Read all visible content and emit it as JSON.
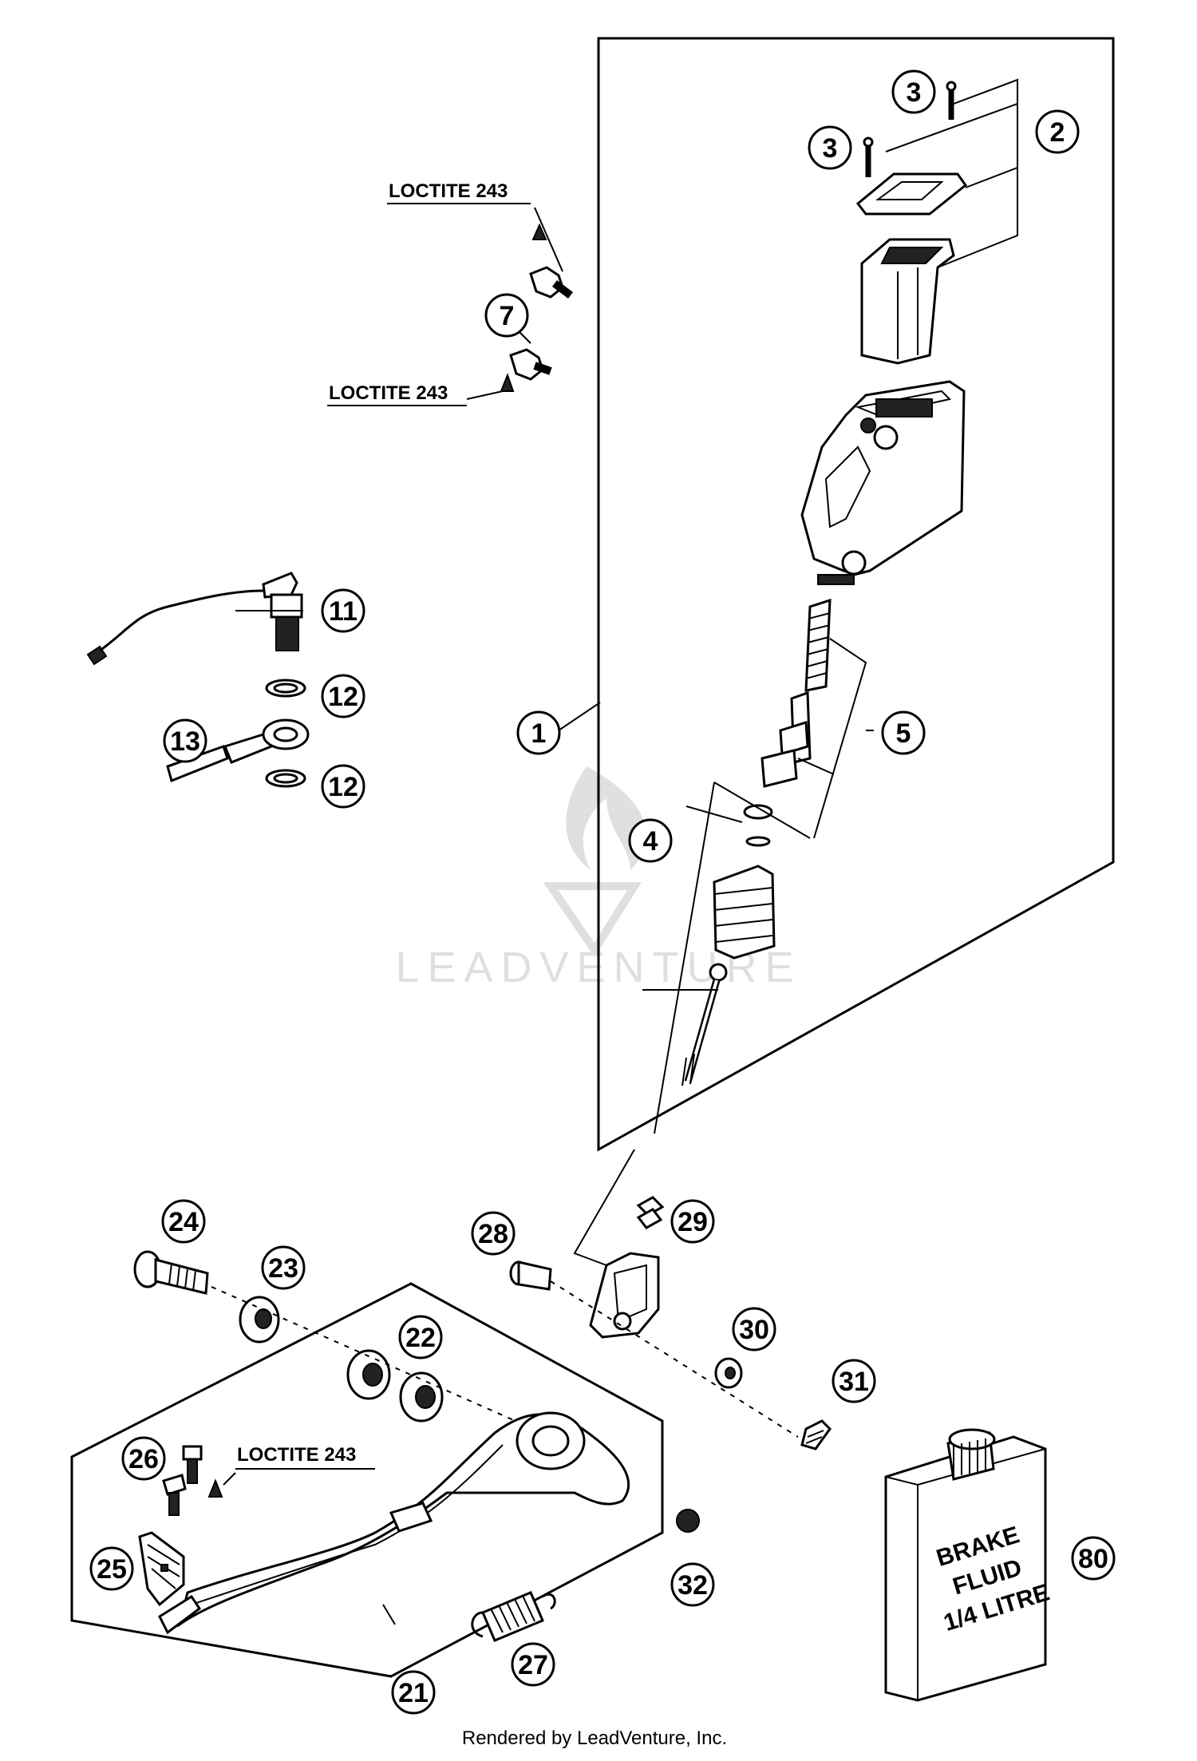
{
  "callouts": {
    "c1": "1",
    "c2": "2",
    "c3a": "3",
    "c3b": "3",
    "c4": "4",
    "c5": "5",
    "c7": "7",
    "c11": "11",
    "c12a": "12",
    "c12b": "12",
    "c13": "13",
    "c21": "21",
    "c22": "22",
    "c23": "23",
    "c24": "24",
    "c25": "25",
    "c26": "26",
    "c27": "27",
    "c28": "28",
    "c29": "29",
    "c30": "30",
    "c31": "31",
    "c32": "32",
    "c80": "80"
  },
  "notes": {
    "loctite_top": "LOCTITE 243",
    "loctite_mid": "LOCTITE 243",
    "loctite_pedal": "LOCTITE 243"
  },
  "bottle": {
    "line1": "BRAKE",
    "line2": "FLUID",
    "line3": "1/4 LITRE"
  },
  "watermark": "LEADVENTURE",
  "footer": "Rendered by LeadVenture, Inc."
}
